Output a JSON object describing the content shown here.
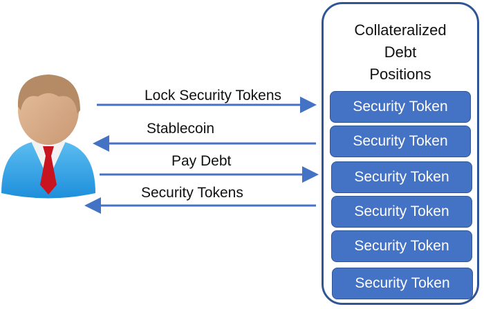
{
  "actor": {
    "icon": "businessman-icon"
  },
  "container": {
    "title_lines": [
      "Collateralized",
      "Debt",
      "Positions"
    ],
    "tokens": [
      "Security Token",
      "Security Token",
      "Security Token",
      "Security Token",
      "Security Token",
      "Security Token"
    ]
  },
  "flows": [
    {
      "label": "Lock Security Tokens",
      "direction": "to-container"
    },
    {
      "label": "Stablecoin",
      "direction": "to-user"
    },
    {
      "label": "Pay Debt",
      "direction": "to-container"
    },
    {
      "label": "Security Tokens",
      "direction": "to-user"
    }
  ],
  "colors": {
    "token_fill": "#4472c4",
    "border": "#2f5597",
    "arrow": "#4472c4"
  }
}
